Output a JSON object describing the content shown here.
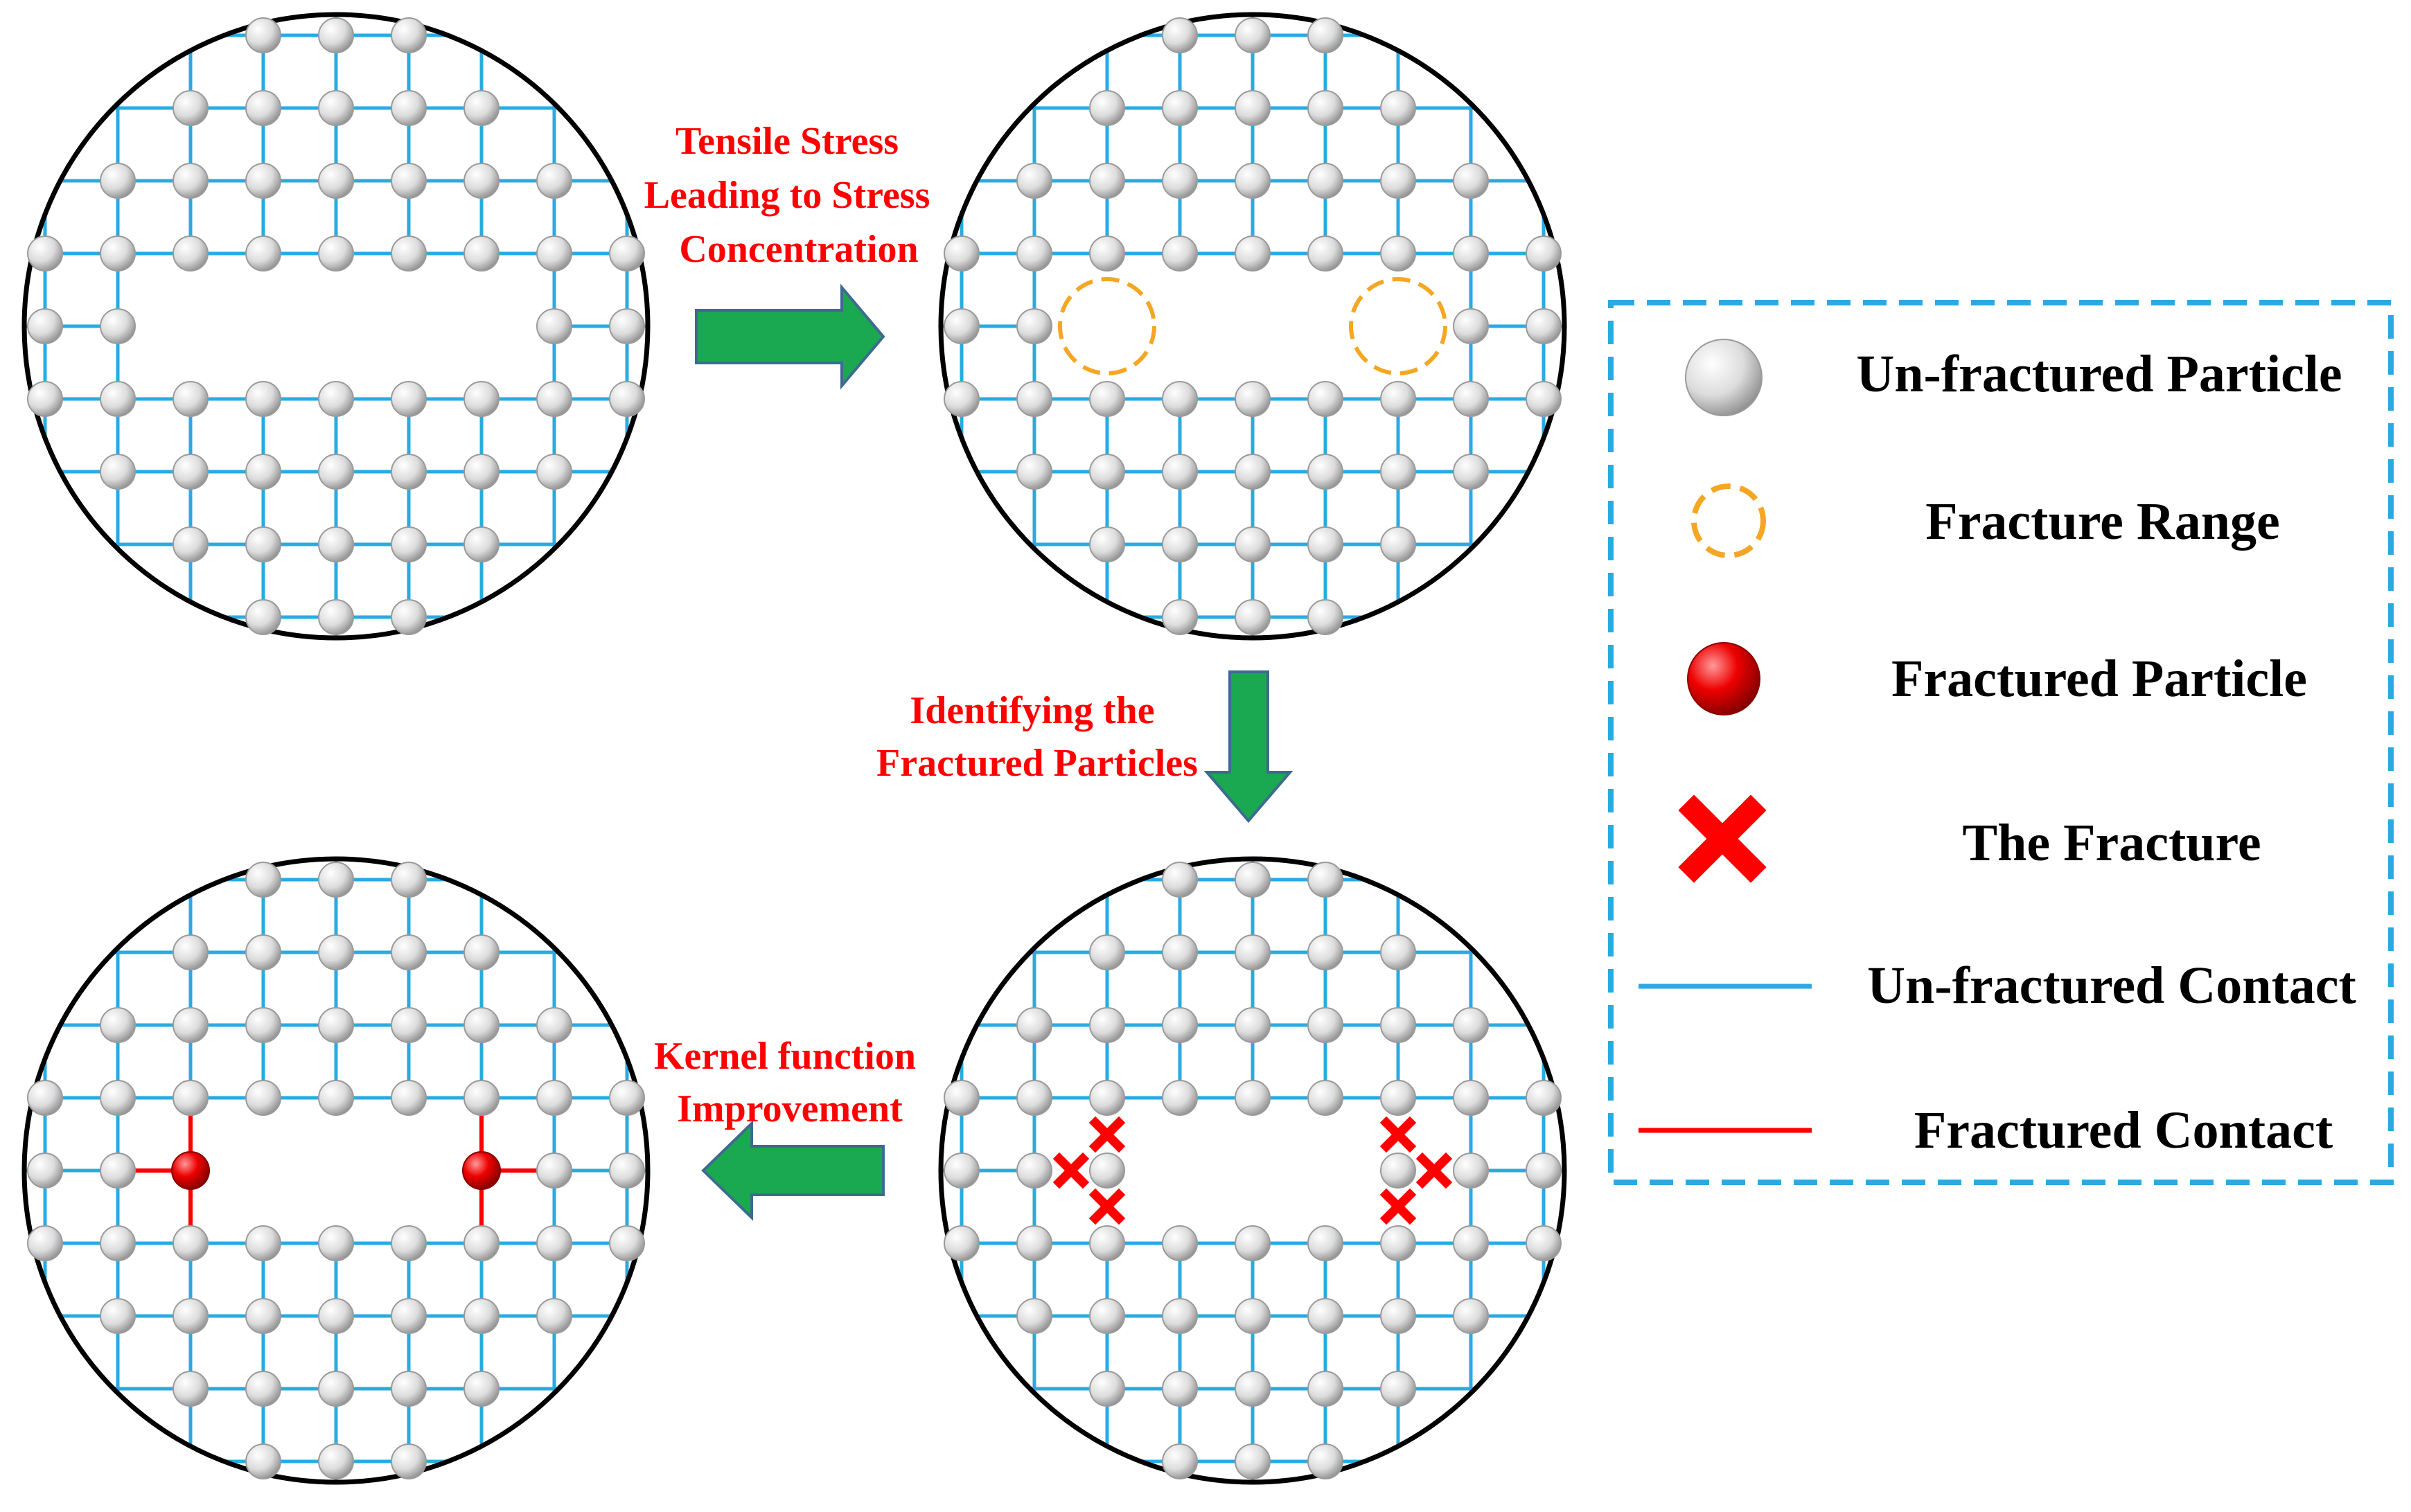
{
  "steps": {
    "tensile": [
      "Tensile Stress",
      "Leading to Stress",
      "Concentration"
    ],
    "identify": [
      "Identifying the",
      "Fractured Particles"
    ],
    "kernel": [
      "Kernel function",
      "Improvement"
    ]
  },
  "legend": {
    "unfractured_particle": "Un-fractured Particle",
    "fracture_range": "Fracture Range",
    "fractured_particle": "Fractured Particle",
    "the_fracture": "The Fracture",
    "unfractured_contact": "Un-fractured Contact",
    "fractured_contact": "Fractured Contact"
  },
  "colors": {
    "contact": "#29abe2",
    "fractured": "#ff0000",
    "fracture_range": "#f5a623",
    "arrow": "#1aa850",
    "legend_border": "#29abe2",
    "circle": "#000000",
    "step_text": "#ff0000"
  }
}
